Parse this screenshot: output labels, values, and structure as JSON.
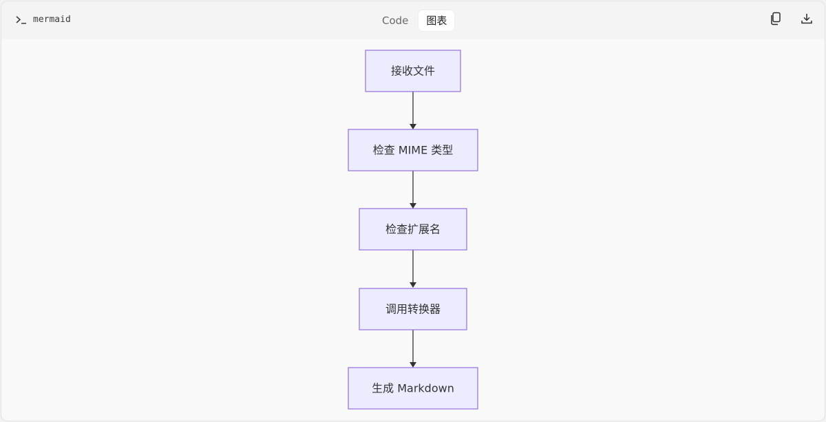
{
  "toolbar": {
    "language_label": "mermaid",
    "language_icon": "terminal-icon",
    "tabs": [
      {
        "label": "Code",
        "active": false
      },
      {
        "label": "图表",
        "active": true
      }
    ],
    "copy_icon": "copy-icon",
    "download_icon": "download-icon"
  },
  "diagram": {
    "type": "flowchart",
    "direction": "TD",
    "nodes": [
      {
        "label": "接收文件"
      },
      {
        "label": "检查 MIME 类型"
      },
      {
        "label": "检查扩展名"
      },
      {
        "label": "调用转换器"
      },
      {
        "label": "生成 Markdown"
      }
    ],
    "edges": [
      [
        0,
        1
      ],
      [
        1,
        2
      ],
      [
        2,
        3
      ],
      [
        3,
        4
      ]
    ],
    "colors": {
      "node_fill": "#ececff",
      "node_stroke": "#9370db",
      "edge": "#333333",
      "text": "#333333"
    }
  }
}
